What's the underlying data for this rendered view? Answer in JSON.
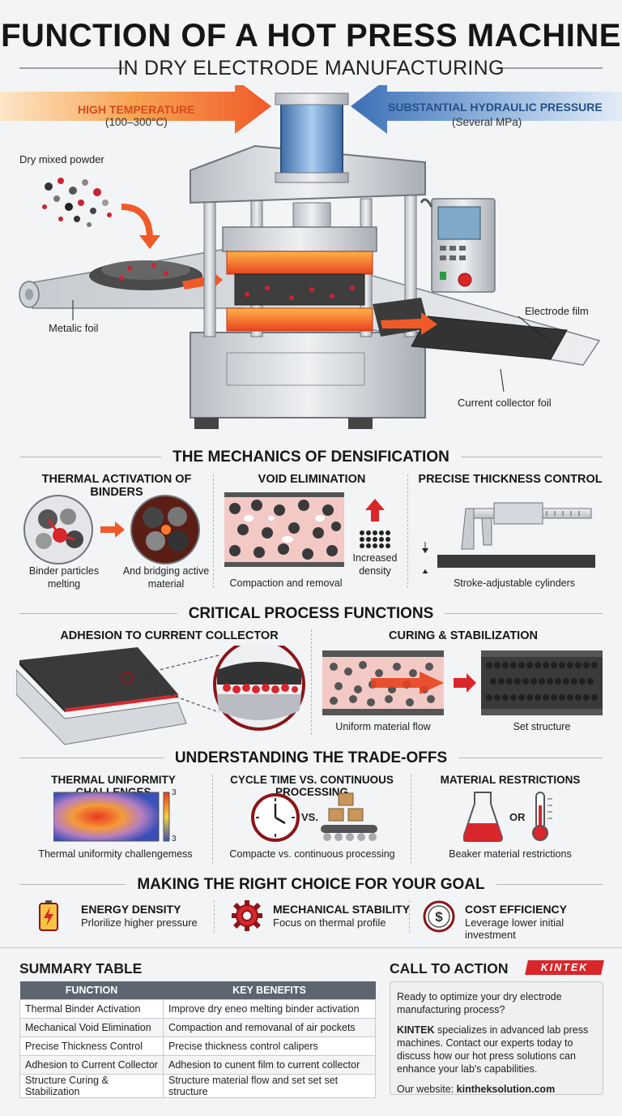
{
  "header": {
    "title": "FUNCTION OF A HOT PRESS MACHINE",
    "subtitle": "IN DRY ELECTRODE MANUFACTURING"
  },
  "hero": {
    "temp_label": "HIGH TEMPERATURE",
    "temp_value": "(100–300°C)",
    "pressure_label": "SUBSTANTIAL HYDRAULIC PRESSURE",
    "pressure_value": "(Several MPa)",
    "powder_label": "Dry mixed powder",
    "foil_label": "Metalic foil",
    "film_label": "Electrode film",
    "collector_label": "Current collector foil"
  },
  "mechanics": {
    "title": "THE MECHANICS OF DENSIFICATION",
    "col1": {
      "title": "THERMAL ACTIVATION OF BINDERS",
      "cap_left": "Binder particles melting",
      "cap_right": "And bridging active material"
    },
    "col2": {
      "title": "VOID ELIMINATION",
      "cap_left": "Compaction and removal",
      "cap_right": "Increased density"
    },
    "col3": {
      "title": "PRECISE THICKNESS CONTROL",
      "cap": "Stroke-adjustable cylinders"
    }
  },
  "critical": {
    "title": "CRITICAL PROCESS FUNCTIONS",
    "col1": {
      "title": "ADHESION TO CURRENT COLLECTOR"
    },
    "col2": {
      "title": "CURING & STABILIZATION",
      "cap_left": "Uniform material flow",
      "cap_right": "Set structure"
    }
  },
  "tradeoffs": {
    "title": "UNDERSTANDING THE TRADE-OFFS",
    "col1": {
      "title": "THERMAL UNIFORMITY CHALLENGES",
      "cap": "Thermal uniformity challengemess",
      "scale_top": "3",
      "scale_bottom": "3"
    },
    "col2": {
      "title": "CYCLE TIME VS. CONTINUOUS PROCESSING",
      "vs": "VS.",
      "cap": "Compacte vs. continuous processing"
    },
    "col3": {
      "title": "MATERIAL RESTRICTIONS",
      "or": "OR",
      "cap": "Beaker material restrictions"
    }
  },
  "goals": {
    "title": "MAKING THE RIGHT CHOICE FOR YOUR GOAL",
    "items": [
      {
        "title": "ENERGY DENSITY",
        "sub": "Prlorilize higher pressure"
      },
      {
        "title": "MECHANICAL STABILITY",
        "sub": "Focus on thermal profile"
      },
      {
        "title": "COST EFFICIENCY",
        "sub": "Leverage lower initial investment"
      }
    ]
  },
  "summary": {
    "title": "SUMMARY TABLE",
    "headers": [
      "FUNCTION",
      "KEY BENEFITS"
    ],
    "rows": [
      [
        "Thermal Binder Activation",
        "Improve dry eneo melting binder activation"
      ],
      [
        "Mechanical Void Elimination",
        "Compaction and removanal of air pockets"
      ],
      [
        "Precise Thickness Control",
        "Precise thickness control calipers"
      ],
      [
        "Adhesion to Current Collector",
        "Adhesion to cunent film to current collector"
      ],
      [
        "Structure Curing & Stabilization",
        "Structure material flow and set set set structure"
      ]
    ]
  },
  "cta": {
    "title": "CALL TO ACTION",
    "brand": "KINTEK",
    "line1": "Ready to optimize your dry electrode manufacturing process?",
    "brand_inline": "KINTEK",
    "line2": " specializes in advanced lab press machines. Contact our experts today to discuss how our hot press solutions can enhance your lab's capabilities.",
    "website_label": "Our website: ",
    "website": "kintheksolution.com"
  },
  "colors": {
    "hot": "#f05a28",
    "cold": "#3b6fb6",
    "accent_red": "#d9262b",
    "frame": "#c9ccd1"
  }
}
